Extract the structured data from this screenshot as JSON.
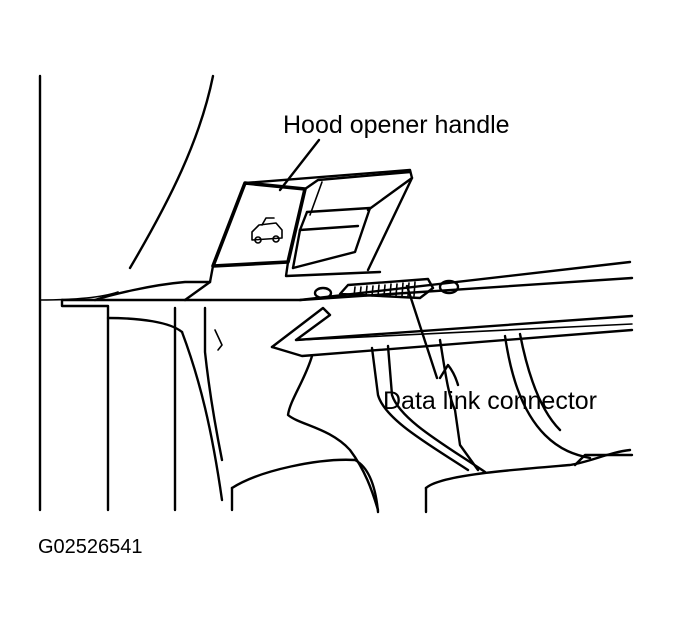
{
  "labels": {
    "hood_opener": "Hood opener handle",
    "data_link_connector": "Data link connector",
    "figure_id": "G02526541"
  }
}
